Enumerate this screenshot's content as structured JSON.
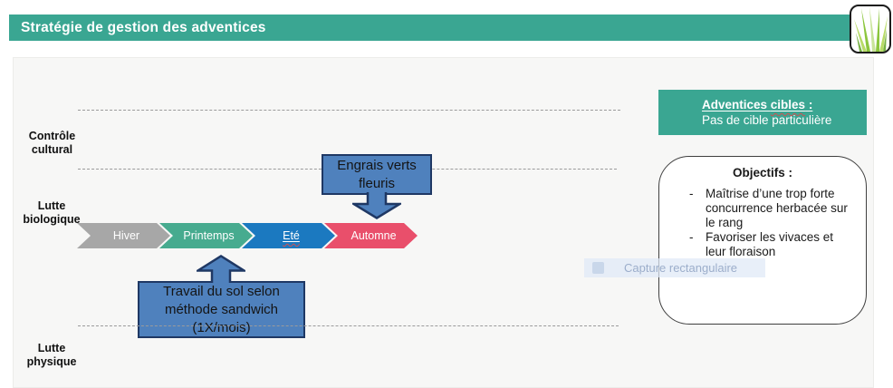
{
  "header": {
    "title": "Stratégie de gestion des adventices",
    "bar_color": "#3AA692"
  },
  "logo": {
    "icon": "grass-icon"
  },
  "axis_rows": [
    {
      "line1": "Contrôle",
      "line2": "cultural"
    },
    {
      "line1": "Lutte",
      "line2": "biologique"
    },
    {
      "line1": "Lutte",
      "line2": "physique"
    }
  ],
  "timeline": {
    "seasons": [
      {
        "label": "Hiver",
        "color": "#A7A7A7"
      },
      {
        "label": "Printemps",
        "color": "#47AB8F"
      },
      {
        "label": "Eté",
        "color": "#1B79C0",
        "spellcheck_marked": true
      },
      {
        "label": "Automne",
        "color": "#E94F6B"
      }
    ]
  },
  "callouts": {
    "fill_color": "#4F81BD",
    "border_color": "#1F3864",
    "engrais": {
      "line1": "Engrais verts",
      "line2": "fleuris"
    },
    "travail": {
      "line1": "Travail du sol selon",
      "line2": "méthode sandwich",
      "line3": "(1X/mois)"
    }
  },
  "targets_box": {
    "color": "#3AA692",
    "title_pre": "Adventices ",
    "title_word": "cibles",
    "title_colon": " :",
    "body": "Pas de cible particulière"
  },
  "objectives": {
    "title": "Objectifs :",
    "bullet": "-",
    "items": [
      "Maîtrise d’une trop forte concurrence herbacée sur le rang",
      "Favoriser les vivaces et leur floraison"
    ]
  },
  "ghost_overlay": {
    "label": "Capture rectangulaire"
  }
}
